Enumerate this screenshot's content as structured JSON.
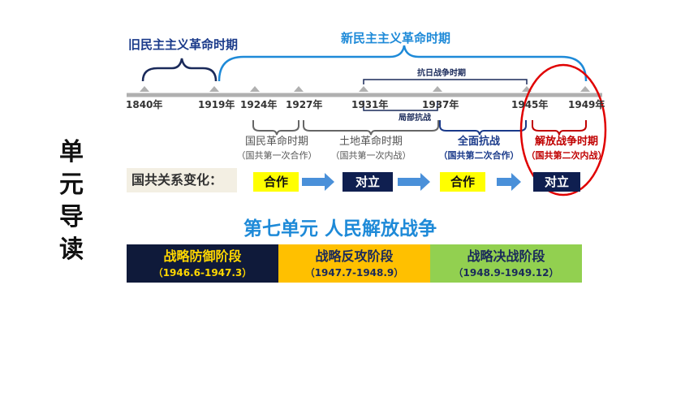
{
  "side_title": [
    "单",
    "元",
    "导",
    "读"
  ],
  "eras": {
    "old": "旧民主主义革命时期",
    "new": "新民主主义革命时期",
    "anti_japanese": "抗日战争时期",
    "local_resistance": "局部抗战"
  },
  "ticks": [
    "1840年",
    "1919年",
    "1924年",
    "1927年",
    "1931年",
    "1937年",
    "1945年",
    "1949年"
  ],
  "periods": [
    {
      "name": "国民革命时期",
      "sub": "（国共第一次合作）"
    },
    {
      "name": "土地革命时期",
      "sub": "（国共第一次内战）"
    },
    {
      "name": "全面抗战",
      "sub": "（国共第二次合作）"
    },
    {
      "name": "解放战争时期",
      "sub": "（国共第二次内战）"
    }
  ],
  "relations": {
    "label": "国共关系变化：",
    "states": [
      "合作",
      "对立",
      "合作",
      "对立"
    ]
  },
  "unit_title": "第七单元 人民解放战争",
  "stages": [
    {
      "name": "战略防御阶段",
      "dates": "（1946.6-1947.3）"
    },
    {
      "name": "战略反攻阶段",
      "dates": "（1947.7-1948.9）"
    },
    {
      "name": "战略决战阶段",
      "dates": "（1948.9-1949.12）"
    }
  ],
  "colors": {
    "stage_1_bg": "#0f1a3a",
    "stage_1_text": "#ffd700",
    "stage_2_bg": "#ffc000",
    "stage_2_text": "#1a2a5a",
    "stage_3_bg": "#92d050",
    "stage_3_text": "#1a2a5a",
    "cooperation": "#ffff00",
    "opposition": "#0f1f50",
    "highlight_circle": "#e00000",
    "new_era_blue": "#1e8ad8",
    "old_era_navy": "#1a3a8a"
  }
}
